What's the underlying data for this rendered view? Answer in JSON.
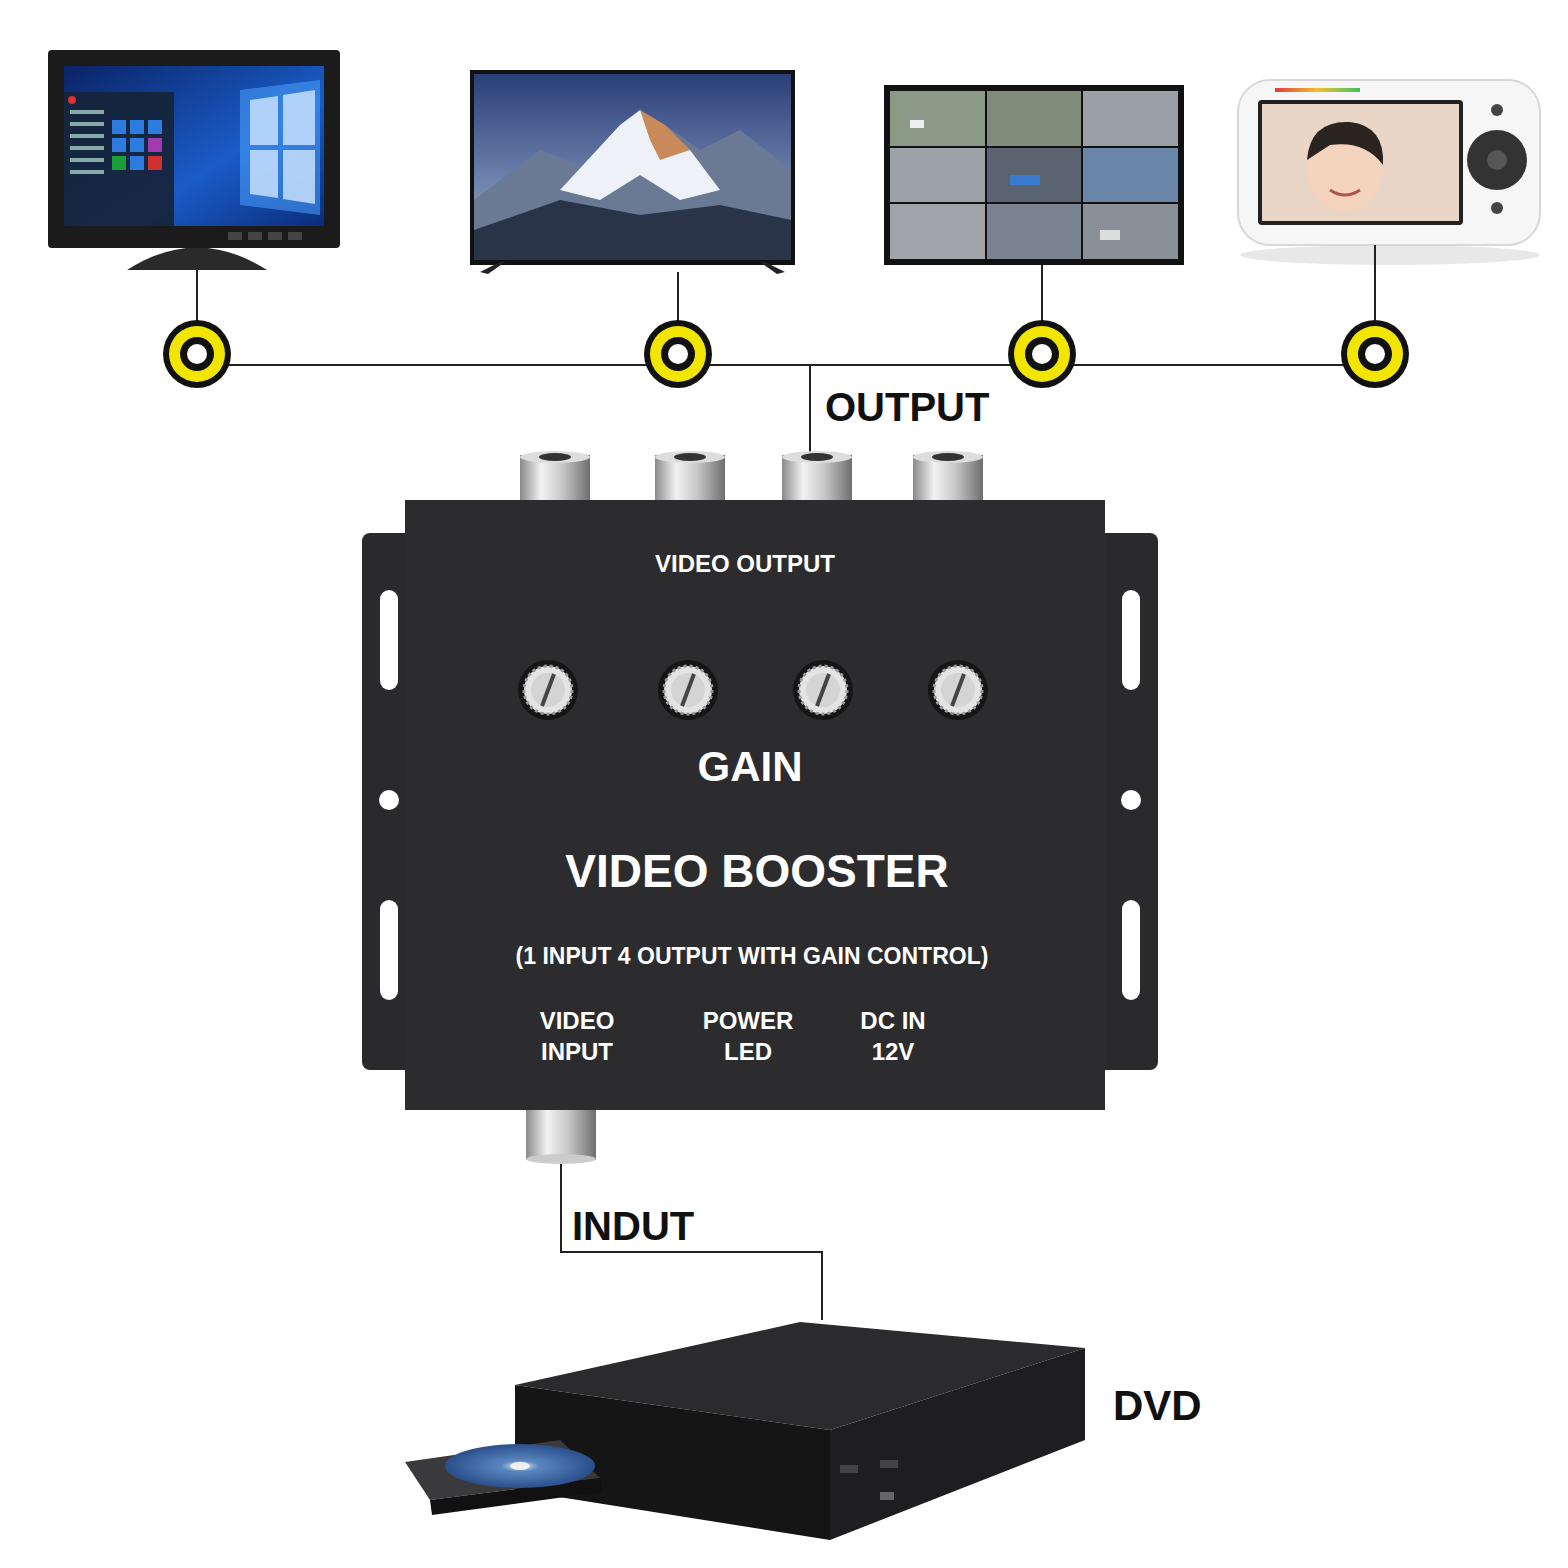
{
  "diagram": {
    "nodes": [
      {
        "text": [
          "VIDEO OUTPUT",
          "GAIN",
          "VIDEO BOOSTER",
          "(1 INPUT 4 OUTPUT WITH GAIN CONTROL)",
          "VIDEO INPUT",
          "POWER LED",
          "DC IN 12V"
        ]
      },
      {
        "text": [
          "DVD"
        ]
      }
    ],
    "edges": [
      {
        "from": 1,
        "to": 0,
        "arrow": "none",
        "label": "INDUT"
      }
    ],
    "labels": [
      "OUTPUT"
    ]
  }
}
